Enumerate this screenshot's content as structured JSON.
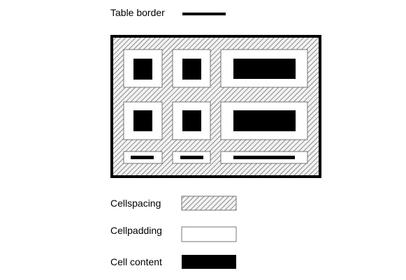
{
  "diagram": {
    "legend_table_border": "Table border",
    "legend_cellspacing": "Cellspacing",
    "legend_cellpadding": "Cellpadding",
    "legend_cell_content": "Cell content"
  },
  "colors": {
    "border": "#000000",
    "content": "#000000",
    "padding": "#ffffff",
    "hatch_line": "#555555",
    "hatch_bg": "#f2f2f2"
  }
}
